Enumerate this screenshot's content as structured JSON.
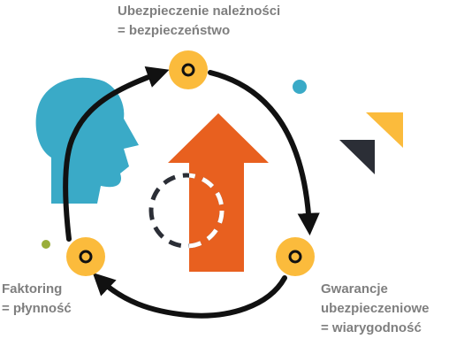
{
  "labels": {
    "top": {
      "line1": "Ubezpieczenie należności",
      "line2": "= bezpieczeństwo"
    },
    "left": {
      "line1": "Faktoring",
      "line2": "= płynność"
    },
    "right": {
      "line1": "Gwarancje",
      "line2": "ubezpieczeniowe",
      "line3": "= wiarygodność"
    }
  },
  "icons": {
    "head": "human-head-profile-icon",
    "arrow": "growth-up-arrow-icon",
    "nodes": "target-node-icon"
  },
  "colors": {
    "head": "#3aaac7",
    "arrow": "#e8601f",
    "node": "#fbbb3c",
    "cycle": "#111111",
    "label_text": "#7f7f7f",
    "accent_yellow": "#fbbb3c",
    "accent_dark": "#2b2e36",
    "accent_teal": "#3aaac7",
    "accent_olive": "#9aae3a"
  }
}
